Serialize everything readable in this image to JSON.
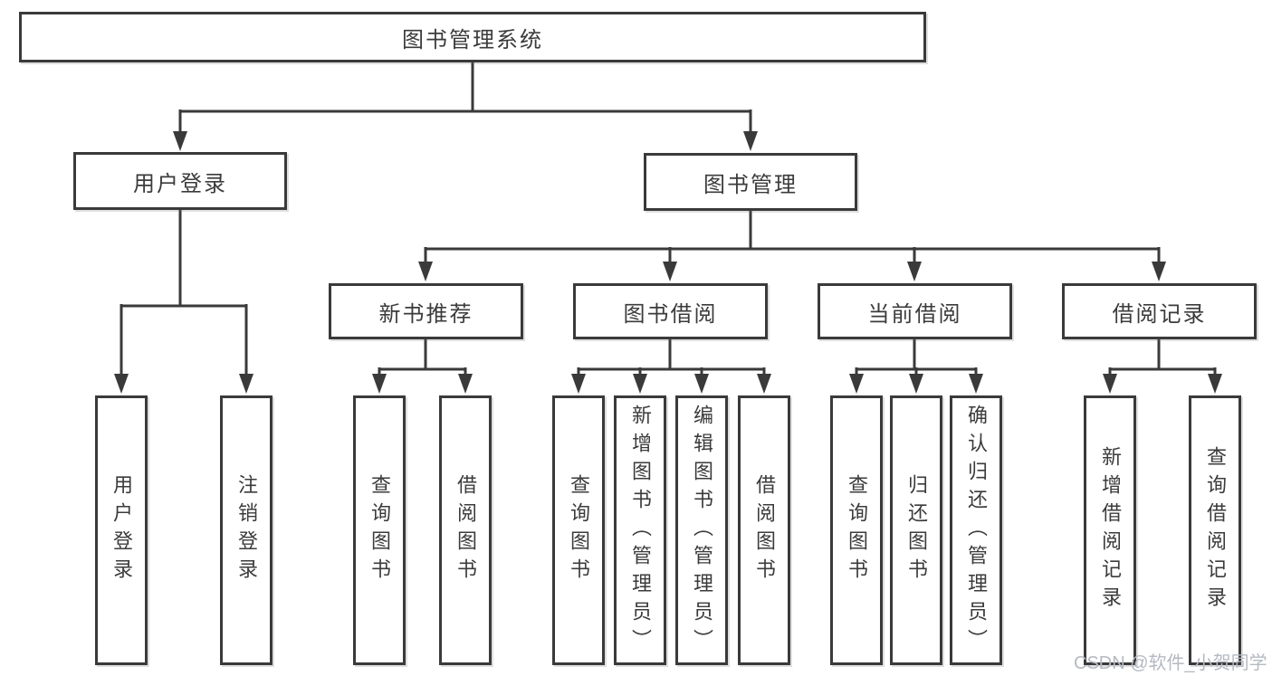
{
  "diagram": {
    "root": {
      "label": "图书管理系统"
    },
    "user_login": {
      "label": "用户登录",
      "children": {
        "login": "用户登录",
        "logout": "注销登录"
      }
    },
    "book_mgmt": {
      "label": "图书管理"
    },
    "new_books": {
      "label": "新书推荐",
      "children": {
        "query": "查询图书",
        "borrow": "借阅图书"
      }
    },
    "borrowing": {
      "label": "图书借阅",
      "children": {
        "query": "查询图书",
        "add": "新增图书（管理员）",
        "edit": "编辑图书（管理员）",
        "borrow": "借阅图书"
      }
    },
    "current": {
      "label": "当前借阅",
      "children": {
        "query": "查询图书",
        "return": "归还图书",
        "confirm": "确认归还（管理员）"
      }
    },
    "records": {
      "label": "借阅记录",
      "children": {
        "add": "新增借阅记录",
        "query": "查询借阅记录"
      }
    }
  },
  "watermark": {
    "text": "CSDN @软件_小贺同学"
  },
  "colors": {
    "background": "#ffffff",
    "border": "#3a3a3a",
    "text": "#3b3b3b",
    "line": "#3a3a3a",
    "watermark_color": "#b4bac2"
  }
}
